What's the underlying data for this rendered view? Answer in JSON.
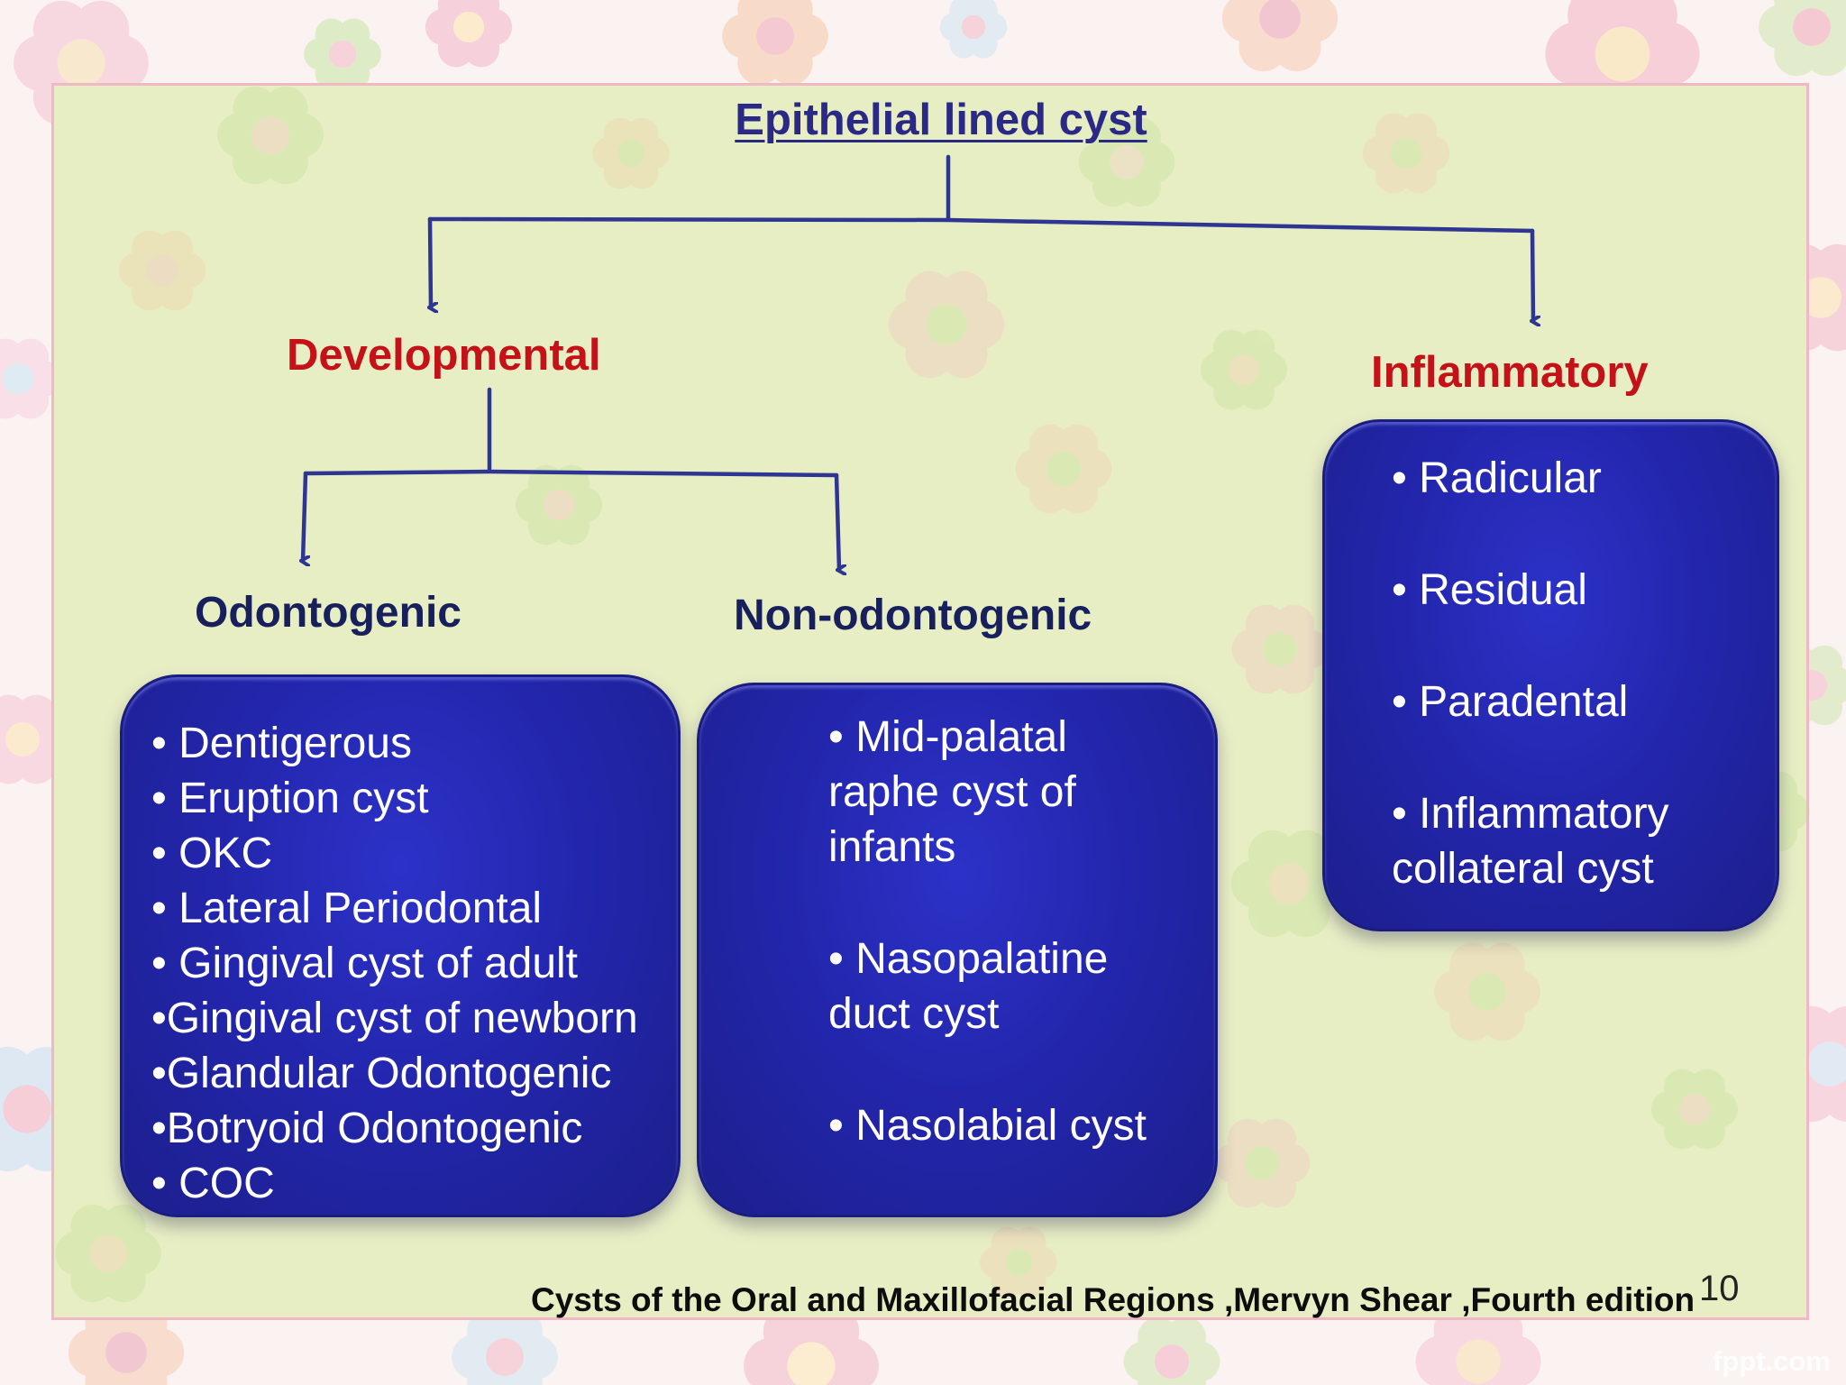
{
  "title": "Epithelial lined cyst",
  "developmental": {
    "label": "Developmental",
    "odontogenic": {
      "label": "Odontogenic",
      "items": [
        "• Dentigerous",
        "• Eruption cyst",
        "• OKC",
        "• Lateral Periodontal",
        "• Gingival cyst of adult",
        "•Gingival cyst of newborn",
        "•Glandular Odontogenic",
        "•Botryoid Odontogenic",
        "• COC"
      ]
    },
    "non_odontogenic": {
      "label": "Non-odontogenic",
      "items": [
        [
          "• Mid-palatal",
          "raphe cyst of",
          "infants"
        ],
        [
          "• Nasopalatine",
          "duct cyst"
        ],
        [
          "• Nasolabial cyst"
        ]
      ]
    }
  },
  "inflammatory": {
    "label": "Inflammatory",
    "items": [
      [
        "• Radicular"
      ],
      [
        "• Residual"
      ],
      [
        "• Paradental"
      ],
      [
        "• Inflammatory",
        "collateral cyst"
      ]
    ]
  },
  "citation": "Cysts of the Oral and Maxillofacial Regions ,Mervyn Shear ,Fourth edition",
  "page_number": "10",
  "brand": "fppt.com",
  "colors": {
    "title": "#2a2a86",
    "category": "#c41218",
    "subcategory": "#17205c",
    "box": "#2326ad",
    "connector": "#2f3592",
    "panel": "#e8eec4"
  }
}
